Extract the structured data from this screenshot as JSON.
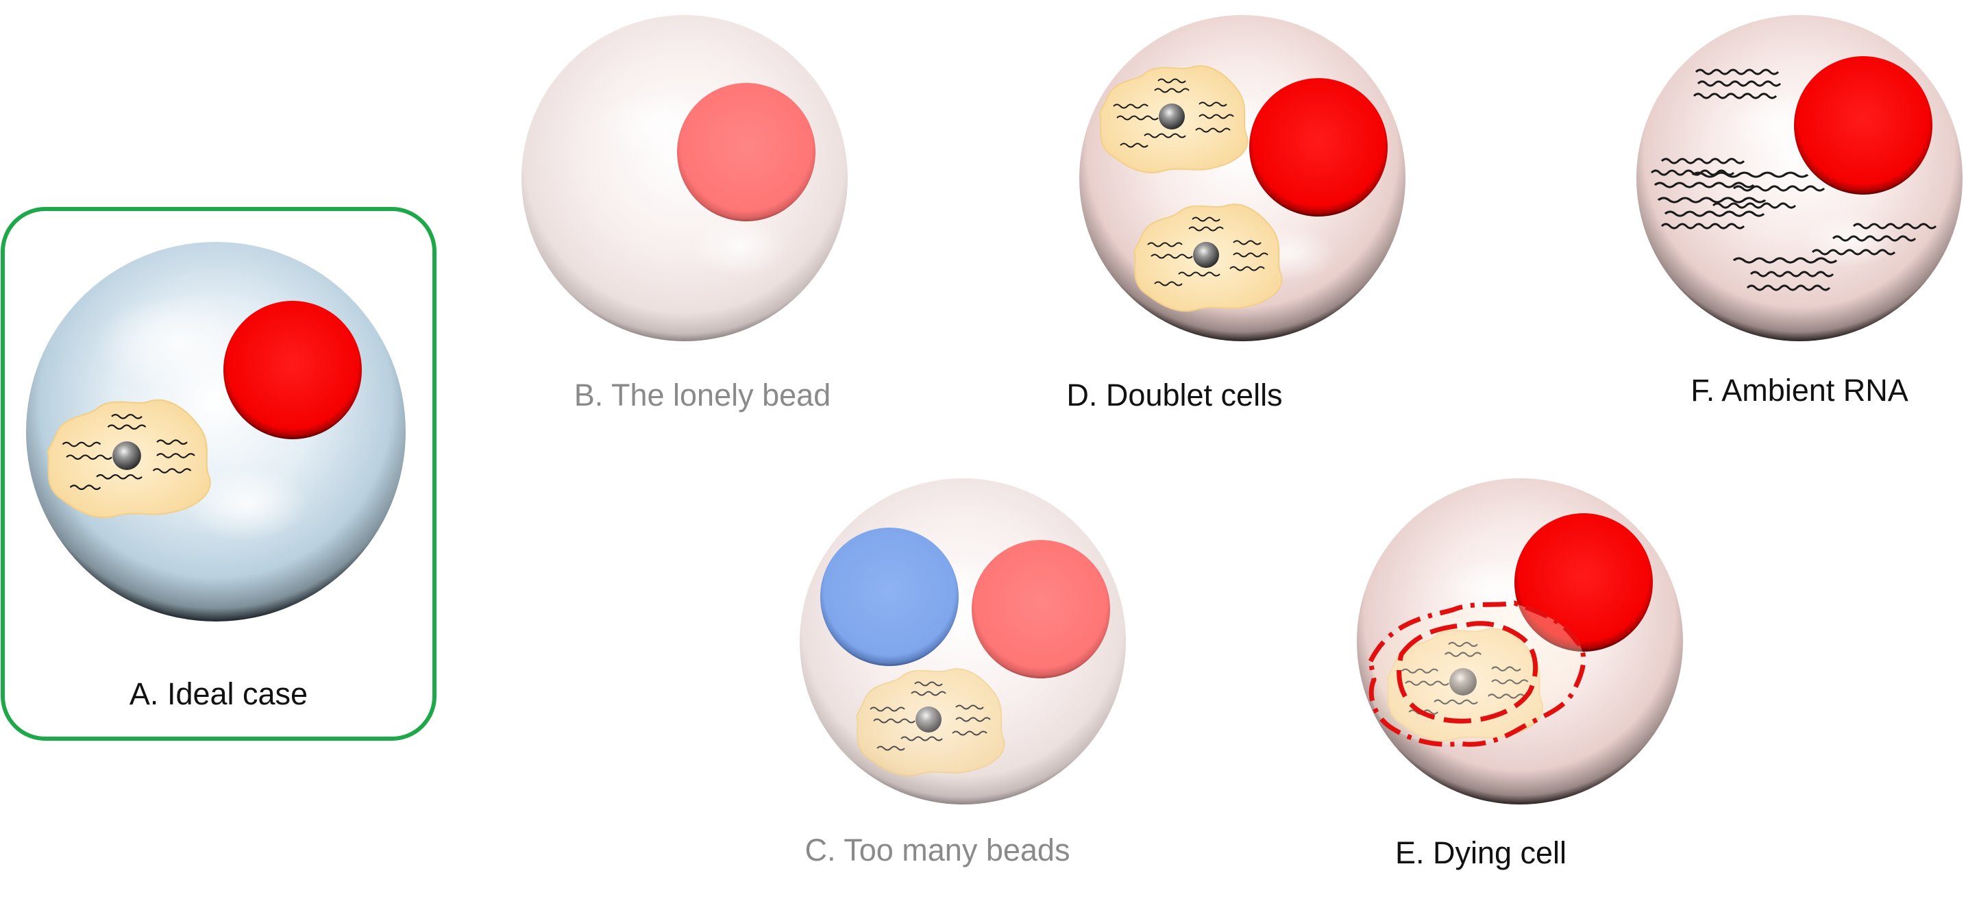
{
  "panels": {
    "a": {
      "label": "A. Ideal case",
      "label_color": "#111111"
    },
    "b": {
      "label": "B. The lonely bead",
      "label_color": "#8a8a8a"
    },
    "c": {
      "label": "C. Too many beads",
      "label_color": "#8a8a8a"
    },
    "d": {
      "label": "D. Doublet cells",
      "label_color": "#111111"
    },
    "e": {
      "label": "E. Dying cell",
      "label_color": "#111111"
    },
    "f": {
      "label": "F. Ambient RNA",
      "label_color": "#111111"
    }
  },
  "colors": {
    "highlight_box": "#1fa84a",
    "bead_red": "#ff0a0a",
    "bead_faded_red": "#ff7b7b",
    "bead_blue": "#7fa6ec",
    "cell_fill": "#fbe2ae",
    "droplet_ideal": "#c9dcea",
    "droplet_pink": "#f1dbd9",
    "dying_outline": "#e20f0f"
  }
}
